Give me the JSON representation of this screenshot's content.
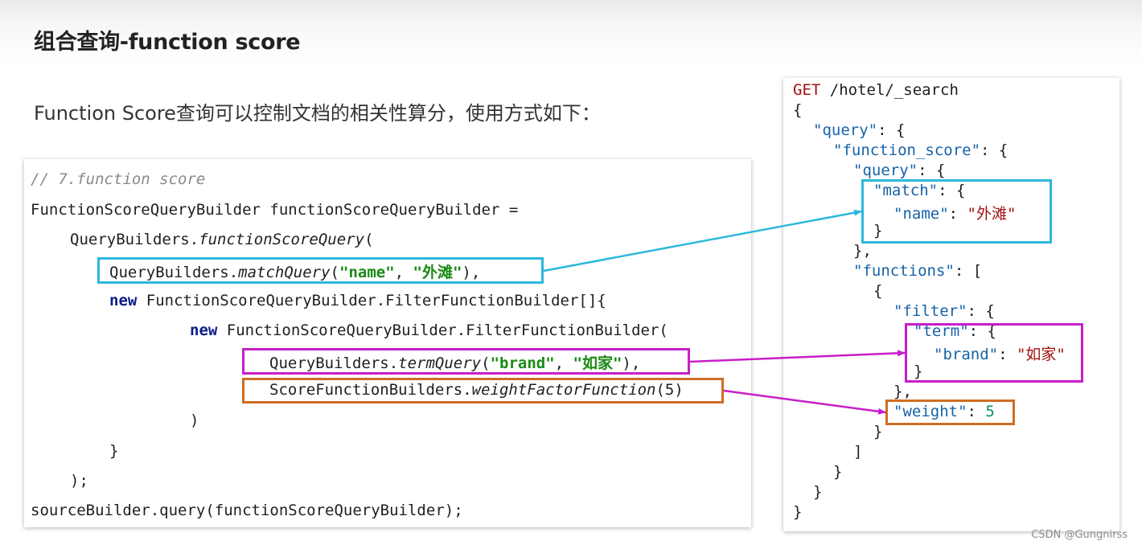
{
  "title": "组合查询-function score",
  "intro": "Function Score查询可以控制文档的相关性算分，使用方式如下：",
  "java": {
    "comment": "// 7.function score",
    "l2": "FunctionScoreQueryBuilder functionScoreQueryBuilder =",
    "l3a": "QueryBuilders.",
    "l3b": "functionScoreQuery",
    "l3c": "(",
    "l4a": "QueryBuilders.",
    "l4b": "matchQuery",
    "l4c": "(",
    "l4d": "\"name\"",
    "l4e": ", ",
    "l4f": "\"外滩\"",
    "l4g": "),",
    "kw_new": "new",
    "l5b": " FunctionScoreQueryBuilder.FilterFunctionBuilder[]{",
    "l6b": " FunctionScoreQueryBuilder.FilterFunctionBuilder(",
    "l7a": "QueryBuilders.",
    "l7b": "termQuery",
    "l7c": "(",
    "l7d": "\"brand\"",
    "l7e": ", ",
    "l7f": "\"如家\"",
    "l7g": "),",
    "l8a": "ScoreFunctionBuilders.",
    "l8b": "weightFactorFunction",
    "l8c": "(5)",
    "l9": ")",
    "l10": "}",
    "l11": ");",
    "l12": "sourceBuilder.query(functionScoreQueryBuilder);"
  },
  "json": {
    "method": "GET",
    "path": " /hotel/_search",
    "open": "{",
    "k_query": "\"query\"",
    "k_function_score": "\"function_score\"",
    "k_match": "\"match\"",
    "k_name": "\"name\"",
    "v_name": "\"外滩\"",
    "k_functions": "\"functions\"",
    "k_filter": "\"filter\"",
    "k_term": "\"term\"",
    "k_brand": "\"brand\"",
    "v_brand": "\"如家\"",
    "k_weight": "\"weight\"",
    "v_weight": "5",
    "colon_brace": ": {",
    "colon_bracket": ": [",
    "colon_sp": ": ",
    "close": "}",
    "close_comma": "},",
    "close_bracket": "]"
  },
  "colors": {
    "blue_highlight": "#2bb8dc",
    "magenta_highlight": "#c81ec8",
    "orange_highlight": "#cf6d22"
  },
  "watermark": "CSDN @Gungnirss"
}
